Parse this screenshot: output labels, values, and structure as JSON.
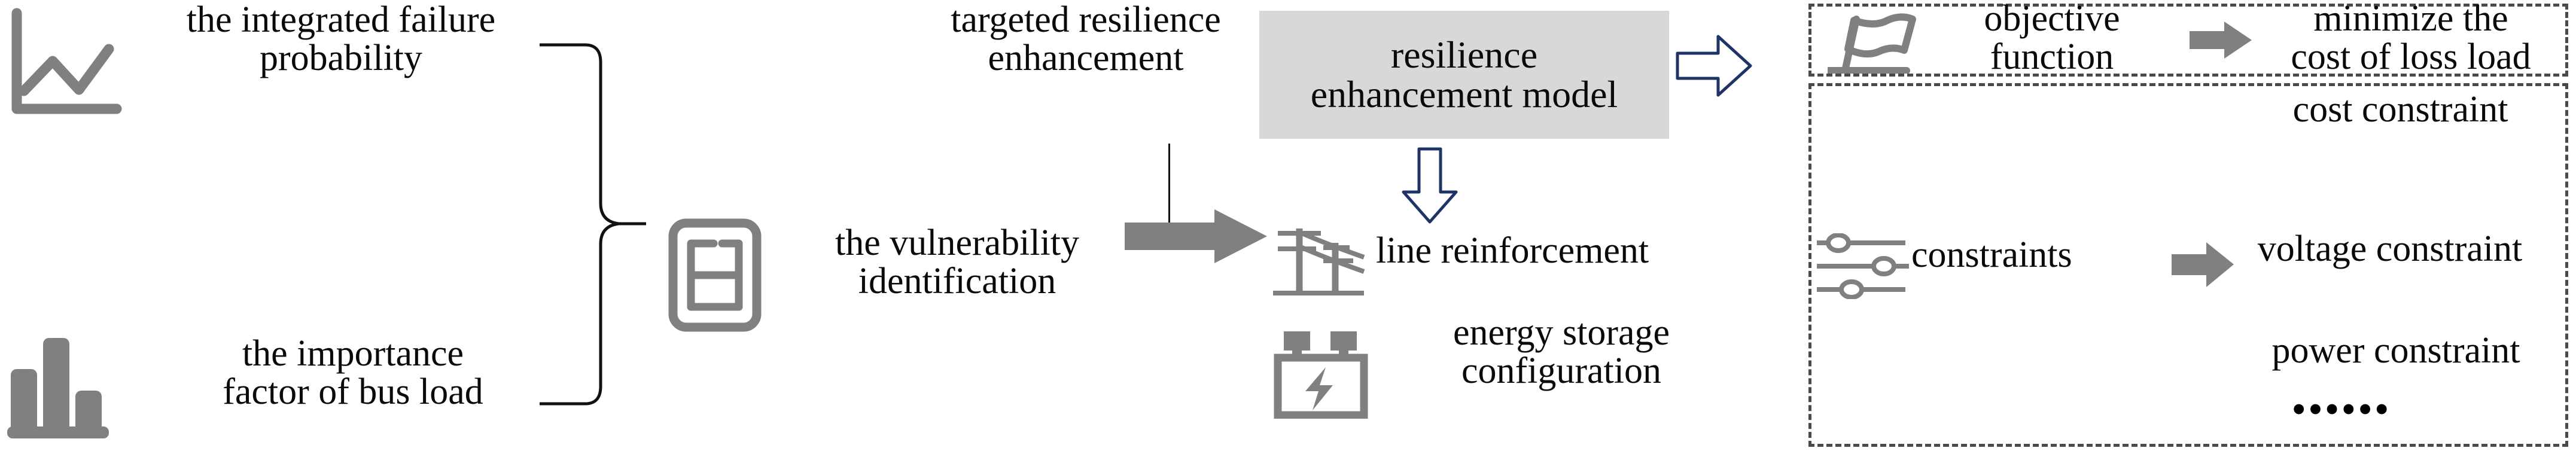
{
  "diagram": {
    "title": "resilience enhancement framework flow",
    "colors": {
      "icon_gray": "#808080",
      "model_box_fill": "#d8d8d8",
      "hollow_arrow_outline": "#1f3366",
      "solid_arrow": "#808080",
      "dash_border": "#4a4a4a",
      "text": "#0a0a0a"
    }
  },
  "inputs": [
    {
      "icon": "line-chart-icon",
      "label": "the integrated failure\nprobability"
    },
    {
      "icon": "bar-chart-icon",
      "label": "the importance\nfactor of bus load"
    }
  ],
  "vulnerability": {
    "icon": "split-panel-icon",
    "label": "the vulnerability\nidentification"
  },
  "targeted": {
    "label": "targeted resilience\nenhancement"
  },
  "model": {
    "label": "resilience\nenhancement model"
  },
  "measures": [
    {
      "icon": "power-line-tower-icon",
      "label": "line reinforcement"
    },
    {
      "icon": "battery-storage-icon",
      "label": "energy storage\nconfiguration"
    }
  ],
  "objective": {
    "icon": "flag-icon",
    "label": "objective\nfunction",
    "result": "minimize the\ncost of loss load"
  },
  "constraints": {
    "icon": "sliders-icon",
    "label": "constraints",
    "items": [
      "cost constraint",
      "voltage constraint",
      "power constraint"
    ],
    "ellipsis": "••••••"
  }
}
